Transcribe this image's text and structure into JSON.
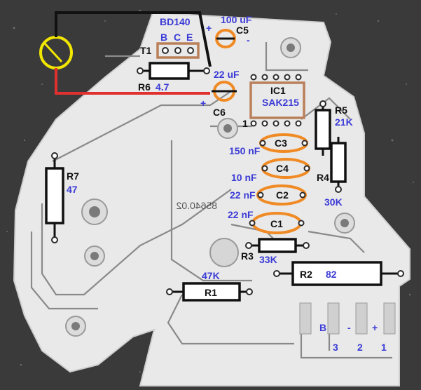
{
  "labels": {
    "t1_name": "T1",
    "t1_type": "BD140",
    "t1_pin_b": "B",
    "t1_pin_c": "C",
    "t1_pin_e": "E",
    "c5_value": "100 uF",
    "c5_name": "C5",
    "c5_plus": "+",
    "c5_minus": "-",
    "r6_name": "R6",
    "r6_value": "4.7",
    "c6_value": "22 uF",
    "c6_plus": "+",
    "c6_name": "C6",
    "ic1_name": "IC1",
    "ic1_type": "SAK215",
    "ic1_pin1": "1",
    "r5_name": "R5",
    "r5_value": "21K",
    "r4_name": "R4",
    "r4_value": "30K",
    "c3_name": "C3",
    "c3_value": "150 nF",
    "c4_name": "C4",
    "c4_value": "10 nF",
    "c2_name": "C2",
    "c2_value": "22 nF",
    "c1_name": "C1",
    "c1_value": "22 nF",
    "board_code": "85640.02",
    "r7_name": "R7",
    "r7_value": "47",
    "r3_name": "R3",
    "r3_value": "33K",
    "r2_name": "R2",
    "r2_value": "82",
    "r1_name": "R1",
    "r1_value": "47K",
    "conn_b": "B",
    "conn_minus": "-",
    "conn_plus": "+",
    "conn_pin3": "3",
    "conn_pin2": "2",
    "conn_pin1": "1"
  },
  "colors": {
    "background": "#3a3a3a",
    "pcb": "#e9e9e9",
    "trace": "#8a8a8a",
    "label_blue": "#3b3bd6",
    "label_black": "#111111",
    "capacitor_outline": "#f08a24",
    "transistor_ic_outline": "#b9805a",
    "wire_red": "#e03030",
    "wire_black": "#111111",
    "speaker_yellow": "#f2e600"
  }
}
